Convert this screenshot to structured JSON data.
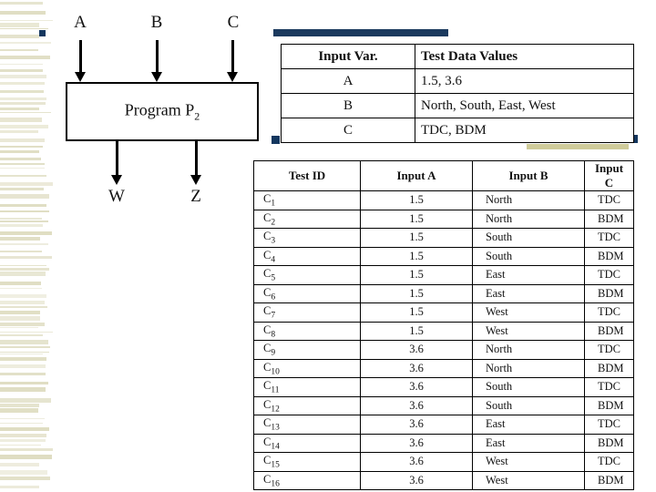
{
  "decor": {
    "navy": "#1b3a5e",
    "khaki": "#cfcb9a",
    "stripe_color": "#dedcc0",
    "bullet_color": "#14375f"
  },
  "diagram": {
    "box_label": "Program P",
    "box_label_sub": "2",
    "inputs": [
      {
        "label": "A"
      },
      {
        "label": "B"
      },
      {
        "label": "C"
      }
    ],
    "outputs": [
      {
        "label": "W"
      },
      {
        "label": "Z"
      }
    ]
  },
  "input_var_table": {
    "headers": [
      "Input Var.",
      "Test Data Values"
    ],
    "rows": [
      {
        "var": "A",
        "values": "1.5, 3.6"
      },
      {
        "var": "B",
        "values": "North, South, East, West"
      },
      {
        "var": "C",
        "values": "TDC, BDM"
      }
    ]
  },
  "test_case_table": {
    "headers": [
      "Test ID",
      "Input A",
      "Input B",
      "Input C"
    ],
    "rows": [
      {
        "id": "C",
        "id_sub": "1",
        "a": "1.5",
        "b": "North",
        "c": "TDC"
      },
      {
        "id": "C",
        "id_sub": "2",
        "a": "1.5",
        "b": "North",
        "c": "BDM"
      },
      {
        "id": "C",
        "id_sub": "3",
        "a": "1.5",
        "b": "South",
        "c": "TDC"
      },
      {
        "id": "C",
        "id_sub": "4",
        "a": "1.5",
        "b": "South",
        "c": "BDM"
      },
      {
        "id": "C",
        "id_sub": "5",
        "a": "1.5",
        "b": "East",
        "c": "TDC"
      },
      {
        "id": "C",
        "id_sub": "6",
        "a": "1.5",
        "b": "East",
        "c": "BDM"
      },
      {
        "id": "C",
        "id_sub": "7",
        "a": "1.5",
        "b": "West",
        "c": "TDC"
      },
      {
        "id": "C",
        "id_sub": "8",
        "a": "1.5",
        "b": "West",
        "c": "BDM"
      },
      {
        "id": "C",
        "id_sub": "9",
        "a": "3.6",
        "b": "North",
        "c": "TDC"
      },
      {
        "id": "C",
        "id_sub": "10",
        "a": "3.6",
        "b": "North",
        "c": "BDM"
      },
      {
        "id": "C",
        "id_sub": "11",
        "a": "3.6",
        "b": "South",
        "c": "TDC"
      },
      {
        "id": "C",
        "id_sub": "12",
        "a": "3.6",
        "b": "South",
        "c": "BDM"
      },
      {
        "id": "C",
        "id_sub": "13",
        "a": "3.6",
        "b": "East",
        "c": "TDC"
      },
      {
        "id": "C",
        "id_sub": "14",
        "a": "3.6",
        "b": "East",
        "c": "BDM"
      },
      {
        "id": "C",
        "id_sub": "15",
        "a": "3.6",
        "b": "West",
        "c": "TDC"
      },
      {
        "id": "C",
        "id_sub": "16",
        "a": "3.6",
        "b": "West",
        "c": "BDM"
      }
    ]
  }
}
